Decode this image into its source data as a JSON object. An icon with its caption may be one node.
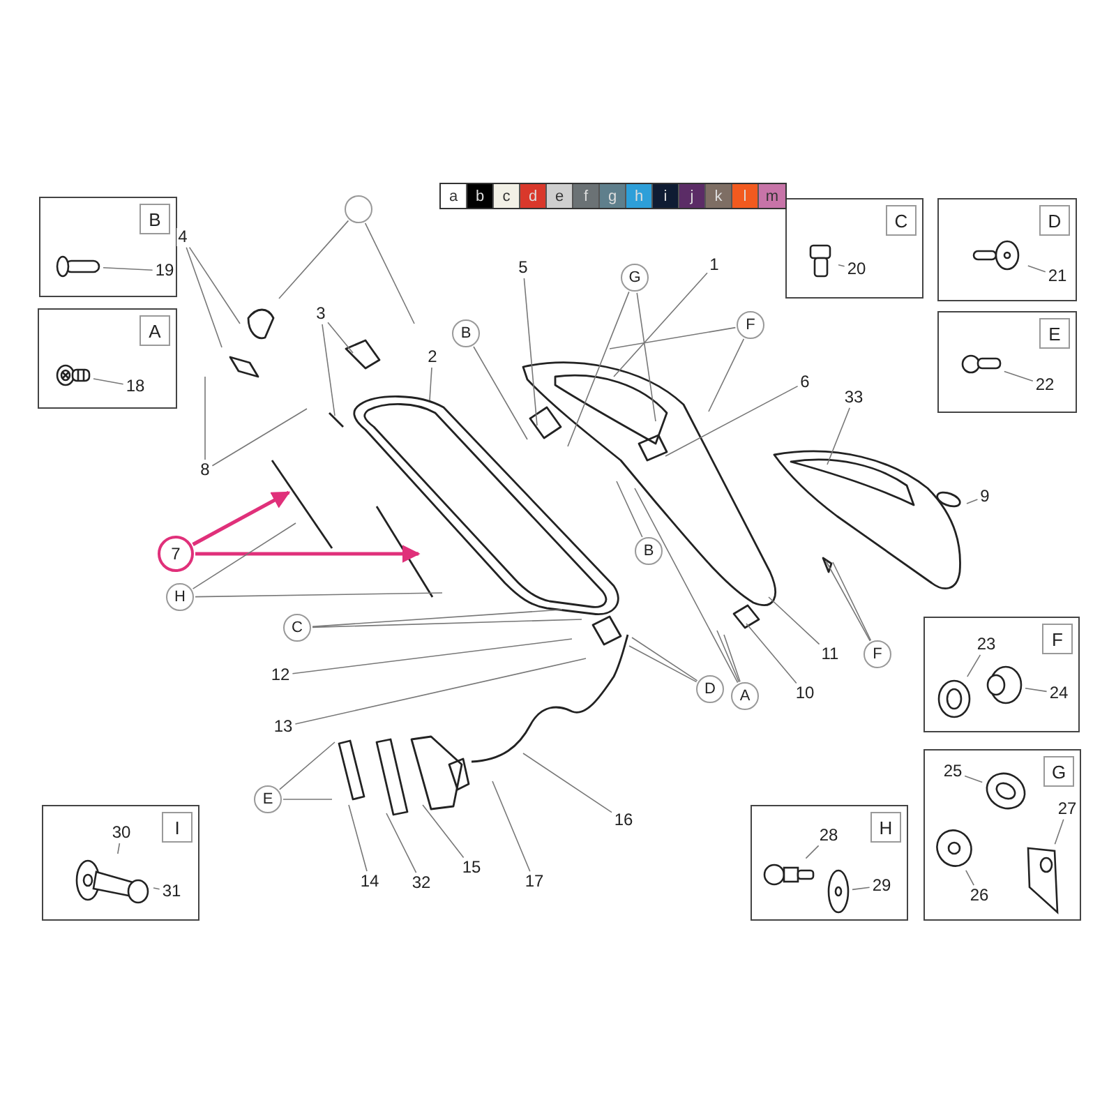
{
  "diagram": {
    "nodes": [
      {
        "text": [
          "B"
        ]
      },
      {
        "text": [
          "19"
        ],
        "in": 0
      },
      {
        "text": [],
        "shape": "picture",
        "in": 0
      },
      {
        "text": [],
        "shape": "circle"
      },
      {
        "text": [
          "4"
        ]
      },
      {
        "text": [
          "3"
        ]
      },
      {
        "text": [
          "C"
        ]
      },
      {
        "text": [
          "20"
        ],
        "in": 6
      },
      {
        "text": [],
        "shape": "picture",
        "in": 6
      },
      {
        "text": [
          "D"
        ]
      },
      {
        "text": [
          "21"
        ],
        "in": 9
      },
      {
        "text": [],
        "shape": "picture",
        "in": 9
      },
      {
        "text": [
          "5"
        ]
      },
      {
        "text": [
          "1"
        ]
      },
      {
        "text": [
          "G"
        ]
      },
      {
        "text": [
          "A"
        ]
      },
      {
        "text": [
          "18"
        ],
        "in": 15
      },
      {
        "text": [],
        "shape": "picture",
        "in": 15
      },
      {
        "text": [
          "F"
        ]
      },
      {
        "text": [
          "B"
        ]
      },
      {
        "text": [
          "2"
        ]
      },
      {
        "text": [
          "E"
        ]
      },
      {
        "text": [
          "22"
        ],
        "in": 21
      },
      {
        "text": [],
        "shape": "picture",
        "in": 21
      },
      {
        "text": [
          "6"
        ]
      },
      {
        "text": [
          "33"
        ]
      },
      {
        "text": [
          "8"
        ]
      },
      {
        "text": [
          "9"
        ]
      },
      {
        "text": [
          "B"
        ]
      },
      {
        "text": [
          "7"
        ]
      },
      {
        "text": [
          "H"
        ]
      },
      {
        "text": [
          "C"
        ]
      },
      {
        "text": [
          "F"
        ]
      },
      {
        "text": [
          "23"
        ],
        "in": 32
      },
      {
        "text": [
          "24"
        ],
        "in": 32
      },
      {
        "text": [],
        "shape": "picture",
        "in": 32
      },
      {
        "text": [],
        "shape": "picture",
        "in": 32
      },
      {
        "text": [
          "11"
        ]
      },
      {
        "text": [
          "F"
        ]
      },
      {
        "text": [
          "12"
        ]
      },
      {
        "text": [
          "D"
        ]
      },
      {
        "text": [
          "A"
        ]
      },
      {
        "text": [
          "10"
        ]
      },
      {
        "text": [
          "13"
        ]
      },
      {
        "text": [
          "G"
        ]
      },
      {
        "text": [
          "25"
        ],
        "in": 44
      },
      {
        "text": [],
        "shape": "picture",
        "in": 44
      },
      {
        "text": [
          "27"
        ],
        "in": 44
      },
      {
        "text": [],
        "shape": "picture",
        "in": 44
      },
      {
        "text": [
          "26"
        ],
        "in": 44
      },
      {
        "text": [],
        "shape": "picture",
        "in": 44
      },
      {
        "text": [
          "E"
        ]
      },
      {
        "text": [
          "I"
        ]
      },
      {
        "text": [
          "30"
        ],
        "in": 52
      },
      {
        "text": [],
        "shape": "picture",
        "in": 52
      },
      {
        "text": [
          "31"
        ],
        "in": 52
      },
      {
        "text": [
          "H"
        ]
      },
      {
        "text": [
          "28"
        ],
        "in": 56
      },
      {
        "text": [],
        "shape": "picture",
        "in": 56
      },
      {
        "text": [
          "29"
        ],
        "in": 56
      },
      {
        "text": [],
        "shape": "picture",
        "in": 56
      },
      {
        "text": [
          "16"
        ]
      },
      {
        "text": [
          "14"
        ]
      },
      {
        "text": [
          "32"
        ]
      },
      {
        "text": [
          "15"
        ]
      },
      {
        "text": [
          "17"
        ]
      }
    ],
    "edges": [
      {
        "from": 1,
        "to": 2,
        "arrow": "none"
      },
      {
        "from": 3,
        "to": null,
        "arrow": "none"
      },
      {
        "from": 3,
        "to": null,
        "arrow": "none"
      },
      {
        "from": 4,
        "to": null,
        "arrow": "none"
      },
      {
        "from": 4,
        "to": null,
        "arrow": "none"
      },
      {
        "from": 5,
        "to": null,
        "arrow": "none"
      },
      {
        "from": 5,
        "to": null,
        "arrow": "none"
      },
      {
        "from": 7,
        "to": 8,
        "arrow": "none"
      },
      {
        "from": 10,
        "to": 11,
        "arrow": "none"
      },
      {
        "from": 12,
        "to": null,
        "arrow": "none"
      },
      {
        "from": 13,
        "to": null,
        "arrow": "none"
      },
      {
        "from": 14,
        "to": null,
        "arrow": "none"
      },
      {
        "from": 14,
        "to": null,
        "arrow": "none"
      },
      {
        "from": 16,
        "to": 17,
        "arrow": "none"
      },
      {
        "from": 18,
        "to": null,
        "arrow": "none"
      },
      {
        "from": 18,
        "to": null,
        "arrow": "none"
      },
      {
        "from": 19,
        "to": null,
        "arrow": "none"
      },
      {
        "from": 20,
        "to": null,
        "arrow": "none"
      },
      {
        "from": 22,
        "to": 23,
        "arrow": "none"
      },
      {
        "from": 24,
        "to": null,
        "arrow": "none"
      },
      {
        "from": 25,
        "to": null,
        "arrow": "none"
      },
      {
        "from": 26,
        "to": null,
        "arrow": "none"
      },
      {
        "from": 26,
        "to": null,
        "arrow": "none"
      },
      {
        "from": 27,
        "to": null,
        "arrow": "none"
      },
      {
        "from": 28,
        "to": null,
        "arrow": "none"
      },
      {
        "from": 29,
        "to": null,
        "arrow": "to",
        "style": "thick",
        "color": "#e0307a"
      },
      {
        "from": 29,
        "to": null,
        "arrow": "to",
        "style": "thick",
        "color": "#e0307a"
      },
      {
        "from": 30,
        "to": null,
        "arrow": "none"
      },
      {
        "from": 30,
        "to": null,
        "arrow": "none"
      },
      {
        "from": 31,
        "to": null,
        "arrow": "none"
      },
      {
        "from": 31,
        "to": null,
        "arrow": "none"
      },
      {
        "from": 33,
        "to": 35,
        "arrow": "none"
      },
      {
        "from": 34,
        "to": 36,
        "arrow": "none"
      },
      {
        "from": 37,
        "to": null,
        "arrow": "none"
      },
      {
        "from": 38,
        "to": null,
        "arrow": "none"
      },
      {
        "from": 38,
        "to": null,
        "arrow": "none"
      },
      {
        "from": 39,
        "to": null,
        "arrow": "none"
      },
      {
        "from": 40,
        "to": null,
        "arrow": "none"
      },
      {
        "from": 40,
        "to": null,
        "arrow": "none"
      },
      {
        "from": 41,
        "to": null,
        "arrow": "none"
      },
      {
        "from": 41,
        "to": null,
        "arrow": "none"
      },
      {
        "from": 41,
        "to": null,
        "arrow": "none"
      },
      {
        "from": 42,
        "to": null,
        "arrow": "none"
      },
      {
        "from": 43,
        "to": null,
        "arrow": "none"
      },
      {
        "from": 45,
        "to": 46,
        "arrow": "none"
      },
      {
        "from": 47,
        "to": 48,
        "arrow": "none"
      },
      {
        "from": 49,
        "to": 50,
        "arrow": "none"
      },
      {
        "from": 51,
        "to": null,
        "arrow": "none"
      },
      {
        "from": 51,
        "to": null,
        "arrow": "none"
      },
      {
        "from": 53,
        "to": 54,
        "arrow": "none"
      },
      {
        "from": 55,
        "to": 54,
        "arrow": "none"
      },
      {
        "from": 57,
        "to": 58,
        "arrow": "none"
      },
      {
        "from": 59,
        "to": 60,
        "arrow": "none"
      },
      {
        "from": 61,
        "to": null,
        "arrow": "none"
      },
      {
        "from": 62,
        "to": null,
        "arrow": "none"
      },
      {
        "from": 63,
        "to": null,
        "arrow": "none"
      },
      {
        "from": 64,
        "to": null,
        "arrow": "none"
      },
      {
        "from": 65,
        "to": null,
        "arrow": "none"
      }
    ],
    "legend": [
      {
        "text": "a",
        "color": "#ffffff"
      },
      {
        "text": "b",
        "color": "#000000"
      },
      {
        "text": "c",
        "color": "#f2f0e6"
      },
      {
        "text": "d",
        "color": "#d9382b"
      },
      {
        "text": "e",
        "color": "#cfcfcf"
      },
      {
        "text": "f",
        "color": "#6b7275"
      },
      {
        "text": "g",
        "color": "#5f7f8c"
      },
      {
        "text": "h",
        "color": "#2d9fd9"
      },
      {
        "text": "i",
        "color": "#0f1c33"
      },
      {
        "text": "j",
        "color": "#5b2c66"
      },
      {
        "text": "k",
        "color": "#7e6e64"
      },
      {
        "text": "l",
        "color": "#f25a1f"
      },
      {
        "text": "m",
        "color": "#c774a8"
      }
    ]
  }
}
